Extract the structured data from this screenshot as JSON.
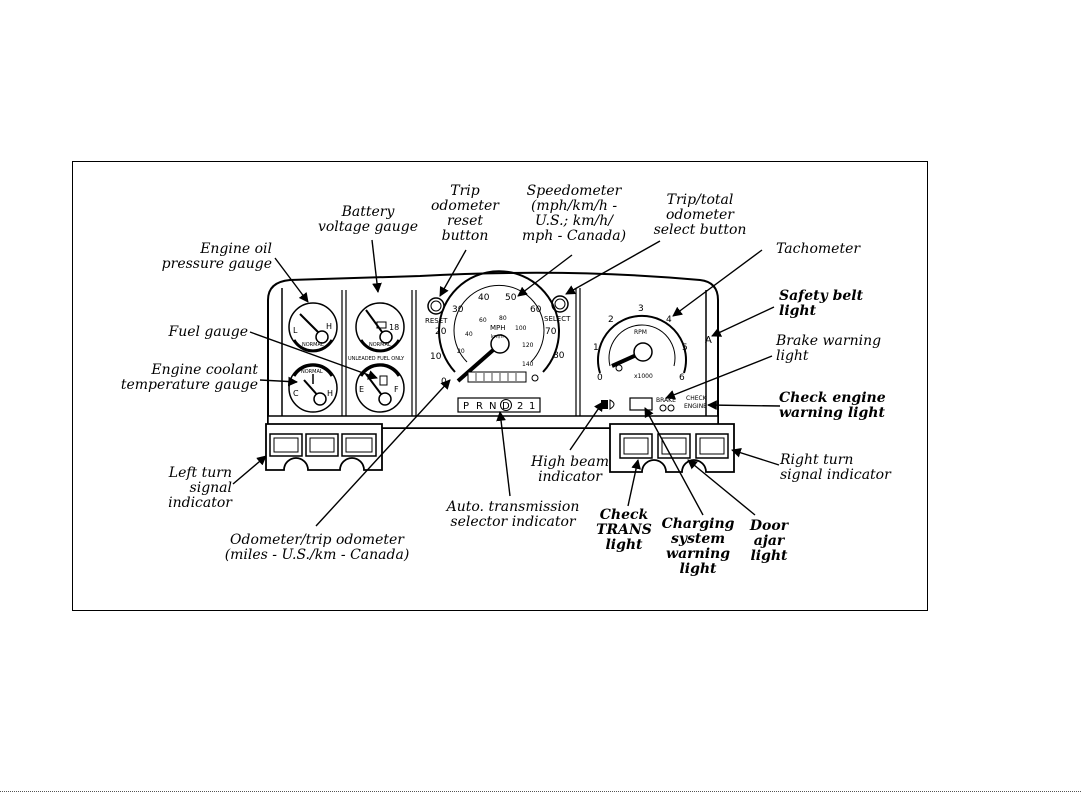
{
  "callouts": {
    "engine_oil": [
      "Engine oil",
      "pressure gauge"
    ],
    "battery": [
      "Battery",
      "voltage gauge"
    ],
    "trip_reset": [
      "Trip",
      "odometer",
      "reset",
      "button"
    ],
    "speedometer": [
      "Speedometer",
      "(mph/km/h -",
      "U.S.; km/h/",
      "mph - Canada)"
    ],
    "trip_total": [
      "Trip/total",
      "odometer",
      "select button"
    ],
    "tachometer": [
      "Tachometer"
    ],
    "safety_belt": [
      "Safety belt",
      "light"
    ],
    "brake_warning": [
      "Brake warning",
      "light"
    ],
    "check_engine": [
      "Check engine",
      "warning light"
    ],
    "fuel_gauge": [
      "Fuel gauge"
    ],
    "coolant": [
      "Engine coolant",
      "temperature gauge"
    ],
    "left_turn": [
      "Left turn",
      "signal",
      "indicator"
    ],
    "high_beam": [
      "High beam",
      "indicator"
    ],
    "right_turn": [
      "Right turn",
      "signal indicator"
    ],
    "auto_trans": [
      "Auto. transmission",
      "selector indicator"
    ],
    "check_trans": [
      "Check",
      "TRANS",
      "light"
    ],
    "charging": [
      "Charging",
      "system",
      "warning",
      "light"
    ],
    "door_ajar": [
      "Door",
      "ajar",
      "light"
    ],
    "odometer": [
      "Odometer/trip odometer",
      "(miles - U.S./km - Canada)"
    ]
  },
  "dial": {
    "reset": "RESET",
    "select": "SELECT",
    "speed_ticks": [
      "0",
      "10",
      "20",
      "30",
      "40",
      "50",
      "60",
      "70",
      "80"
    ],
    "kmh_ticks": [
      "20",
      "40",
      "60",
      "80",
      "100",
      "120",
      "140"
    ],
    "mph": "MPH",
    "kmh": "km/h",
    "tach_ticks": [
      "0",
      "1",
      "2",
      "3",
      "4",
      "5",
      "6"
    ],
    "rpm": "RPM",
    "x1000": "x1000",
    "prnd": [
      "P",
      "R",
      "N",
      "D",
      "2",
      "1"
    ],
    "brake": "BRAKE",
    "check": "CHECK",
    "engine": "ENGINE",
    "normal": "NORMAL",
    "unleaded": "UNLEADED FUEL ONLY",
    "l": "L",
    "h": "H",
    "c": "C",
    "e": "E",
    "f": "F",
    "v18": "18",
    "a": "A"
  }
}
